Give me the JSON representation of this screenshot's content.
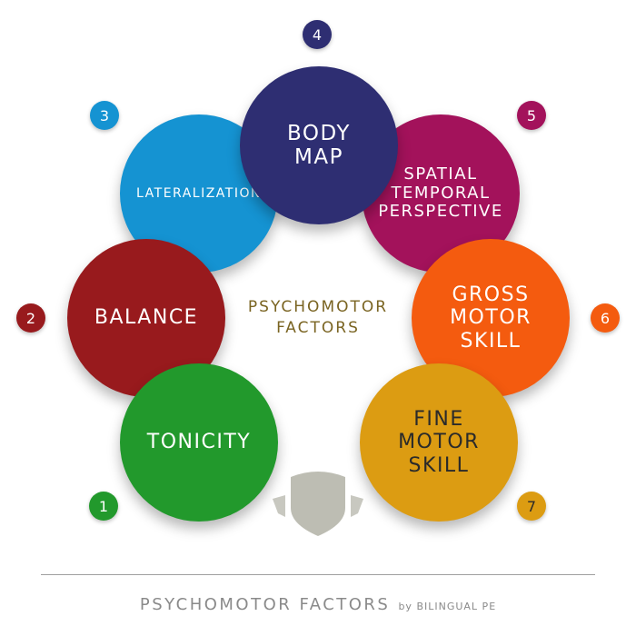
{
  "center_title": "PSYCHOMOTOR\nFACTORS",
  "factors": [
    {
      "number": "1",
      "label": "TONICITY",
      "color": "#22992c"
    },
    {
      "number": "2",
      "label": "BALANCE",
      "color": "#981a1d"
    },
    {
      "number": "3",
      "label": "LATERALIZATION",
      "color": "#1593d2"
    },
    {
      "number": "4",
      "label": "BODY\nMAP",
      "color": "#2e2e72"
    },
    {
      "number": "5",
      "label": "SPATIAL\nTEMPORAL\nPERSPECTIVE",
      "color": "#a3125b"
    },
    {
      "number": "6",
      "label": "GROSS\nMOTOR\nSKILL",
      "color": "#f45b0f"
    },
    {
      "number": "7",
      "label": "FINE\nMOTOR\nSKILL",
      "color": "#dc9c12"
    }
  ],
  "footer": {
    "title": "PSYCHOMOTOR FACTORS",
    "by": "by BILINGUAL PE"
  },
  "emblem": "shield-emblem"
}
